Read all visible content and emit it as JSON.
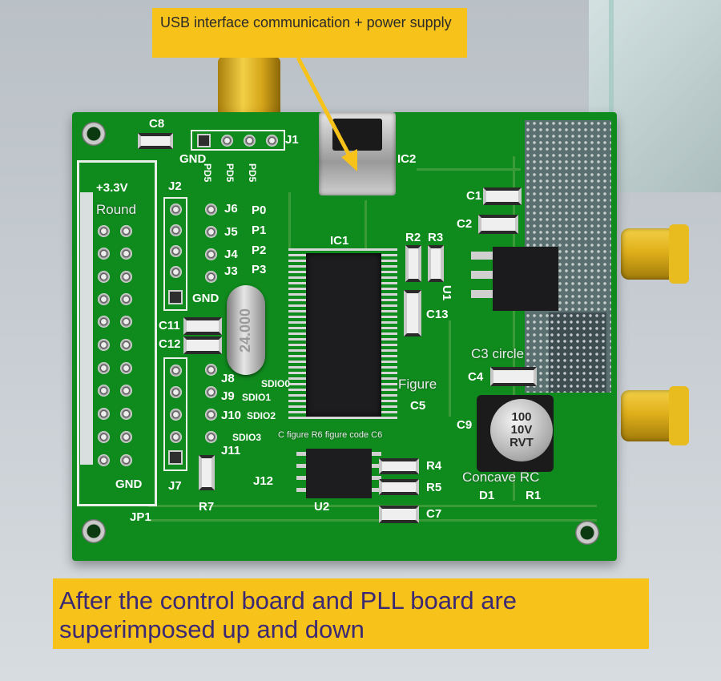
{
  "callouts": {
    "usb": "USB interface communication + power supply",
    "bottom": "After the control board and PLL board are superimposed up and down"
  },
  "overlay_labels": {
    "round": "Round",
    "c3_circle": "C3 circle",
    "figure": "Figure",
    "figure_code": "C figure R6 figure code C6",
    "concave_rc": "Concave RC"
  },
  "silkscreen": {
    "c8": "C8",
    "gnd_top": "GND",
    "j1": "J1",
    "pd5_a": "PD5",
    "pd5_b": "PD5",
    "pd5_c": "PD5",
    "ic2": "IC2",
    "v33": "+3.3V",
    "j2": "J2",
    "j6": "J6",
    "j5": "J5",
    "j4": "J4",
    "j3": "J3",
    "p0": "P0",
    "p1": "P1",
    "p2": "P2",
    "p3": "P3",
    "gnd_mid": "GND",
    "ic1": "IC1",
    "r2": "R2",
    "r3": "R3",
    "u1": "U1",
    "c1": "C1",
    "c2": "C2",
    "c13": "C13",
    "c11": "C11",
    "c12": "C12",
    "j8": "J8",
    "j9": "J9",
    "j10": "J10",
    "j11": "J11",
    "sdio0": "SDIO0",
    "sdio1": "SDIO1",
    "sdio2": "SDIO2",
    "sdio3": "SDIO3",
    "c4": "C4",
    "c5": "C5",
    "c9": "C9",
    "j12": "J12",
    "r4": "R4",
    "r5": "R5",
    "c7": "C7",
    "d1": "D1",
    "r1": "R1",
    "u2": "U2",
    "r7": "R7",
    "j7": "J7",
    "gnd_bottom": "GND",
    "jp1": "JP1"
  },
  "components": {
    "crystal_marking": "24.000",
    "electrolytic_cap_marking": [
      "100",
      "10V",
      "RVT"
    ]
  },
  "colors": {
    "pcb": "#0f8a1d",
    "callout_yellow": "#f7c21a",
    "banner_text": "#3b2a73",
    "sma_gold": "#e8bb1f"
  }
}
